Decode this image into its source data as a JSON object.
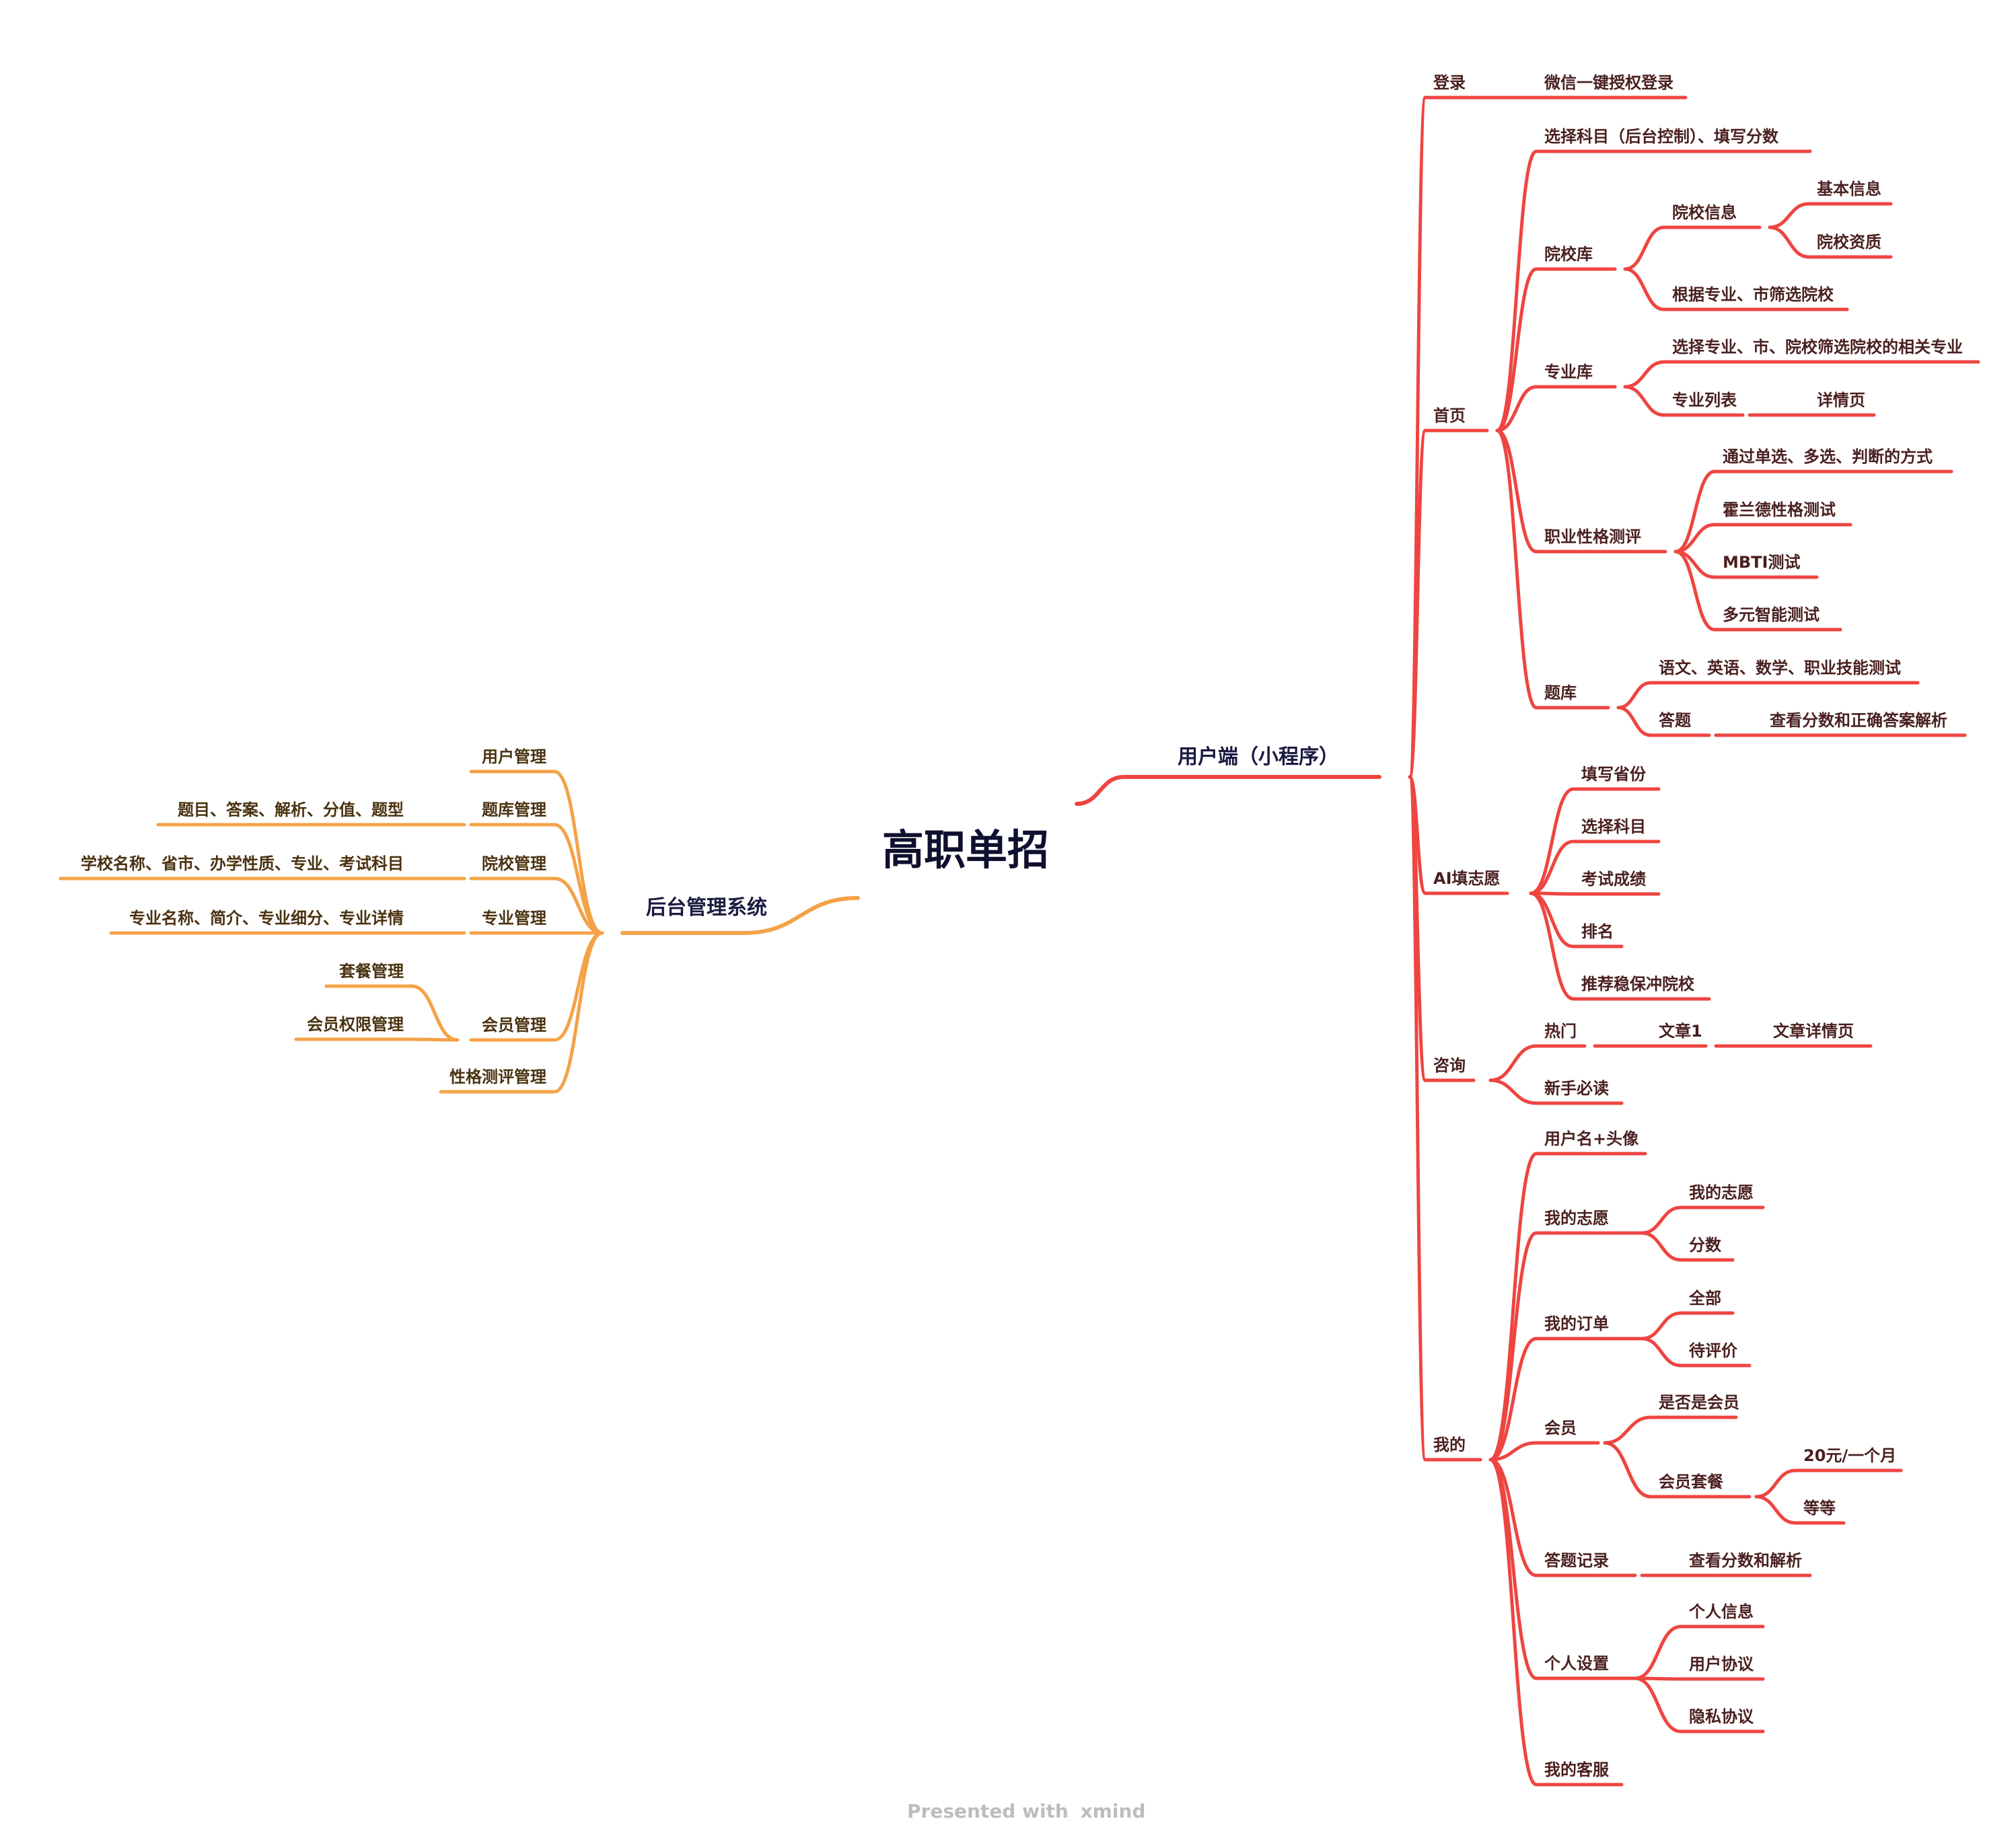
{
  "title": "高职单招",
  "footer": {
    "presented": "Presented with",
    "brand": "xmind"
  },
  "colors": {
    "right": "#ee4541",
    "left": "#f4a248",
    "root_text": "#0f0f2e",
    "footer": "#bdbdbd"
  },
  "branches": {
    "user": {
      "label": "用户端（小程序）",
      "children": [
        {
          "label": "登录",
          "children": [
            {
              "label": "微信一键授权登录"
            }
          ]
        },
        {
          "label": "首页",
          "children": [
            {
              "label": "选择科目（后台控制）、填写分数"
            },
            {
              "label": "院校库",
              "children": [
                {
                  "label": "院校信息",
                  "children": [
                    {
                      "label": "基本信息"
                    },
                    {
                      "label": "院校资质"
                    }
                  ]
                },
                {
                  "label": "根据专业、市筛选院校"
                }
              ]
            },
            {
              "label": "专业库",
              "children": [
                {
                  "label": "选择专业、市、院校筛选院校的相关专业"
                },
                {
                  "label": "专业列表",
                  "children": [
                    {
                      "label": "详情页"
                    }
                  ]
                }
              ]
            },
            {
              "label": "职业性格测评",
              "children": [
                {
                  "label": "通过单选、多选、判断的方式"
                },
                {
                  "label": "霍兰德性格测试"
                },
                {
                  "label": "MBTI测试"
                },
                {
                  "label": "多元智能测试"
                }
              ]
            },
            {
              "label": "题库",
              "children": [
                {
                  "label": "语文、英语、数学、职业技能测试"
                },
                {
                  "label": "答题",
                  "children": [
                    {
                      "label": "查看分数和正确答案解析"
                    }
                  ]
                }
              ]
            }
          ]
        },
        {
          "label": "AI填志愿",
          "children": [
            {
              "label": "填写省份"
            },
            {
              "label": "选择科目"
            },
            {
              "label": "考试成绩"
            },
            {
              "label": "排名"
            },
            {
              "label": "推荐稳保冲院校"
            }
          ]
        },
        {
          "label": "咨询",
          "children": [
            {
              "label": "热门",
              "children": [
                {
                  "label": "文章1",
                  "children": [
                    {
                      "label": "文章详情页"
                    }
                  ]
                }
              ]
            },
            {
              "label": "新手必读"
            }
          ]
        },
        {
          "label": "我的",
          "children": [
            {
              "label": "用户名+头像"
            },
            {
              "label": "我的志愿",
              "children": [
                {
                  "label": "我的志愿"
                },
                {
                  "label": "分数"
                }
              ]
            },
            {
              "label": "我的订单",
              "children": [
                {
                  "label": "全部"
                },
                {
                  "label": "待评价"
                }
              ]
            },
            {
              "label": "会员",
              "children": [
                {
                  "label": "是否是会员"
                },
                {
                  "label": "会员套餐",
                  "children": [
                    {
                      "label": "20元/一个月"
                    },
                    {
                      "label": "等等"
                    }
                  ]
                }
              ]
            },
            {
              "label": "答题记录",
              "children": [
                {
                  "label": "查看分数和解析"
                }
              ]
            },
            {
              "label": "个人设置",
              "children": [
                {
                  "label": "个人信息"
                },
                {
                  "label": "用户协议"
                },
                {
                  "label": "隐私协议"
                }
              ]
            },
            {
              "label": "我的客服"
            }
          ]
        }
      ]
    },
    "admin": {
      "label": "后台管理系统",
      "children": [
        {
          "label": "用户管理"
        },
        {
          "label": "题库管理",
          "children": [
            {
              "label": "题目、答案、解析、分值、题型"
            }
          ]
        },
        {
          "label": "院校管理",
          "children": [
            {
              "label": "学校名称、省市、办学性质、专业、考试科目"
            }
          ]
        },
        {
          "label": "专业管理",
          "children": [
            {
              "label": "专业名称、简介、专业细分、专业详情"
            }
          ]
        },
        {
          "label": "会员管理",
          "children": [
            {
              "label": "套餐管理"
            },
            {
              "label": "会员权限管理"
            }
          ]
        },
        {
          "label": "性格测评管理"
        }
      ]
    }
  }
}
